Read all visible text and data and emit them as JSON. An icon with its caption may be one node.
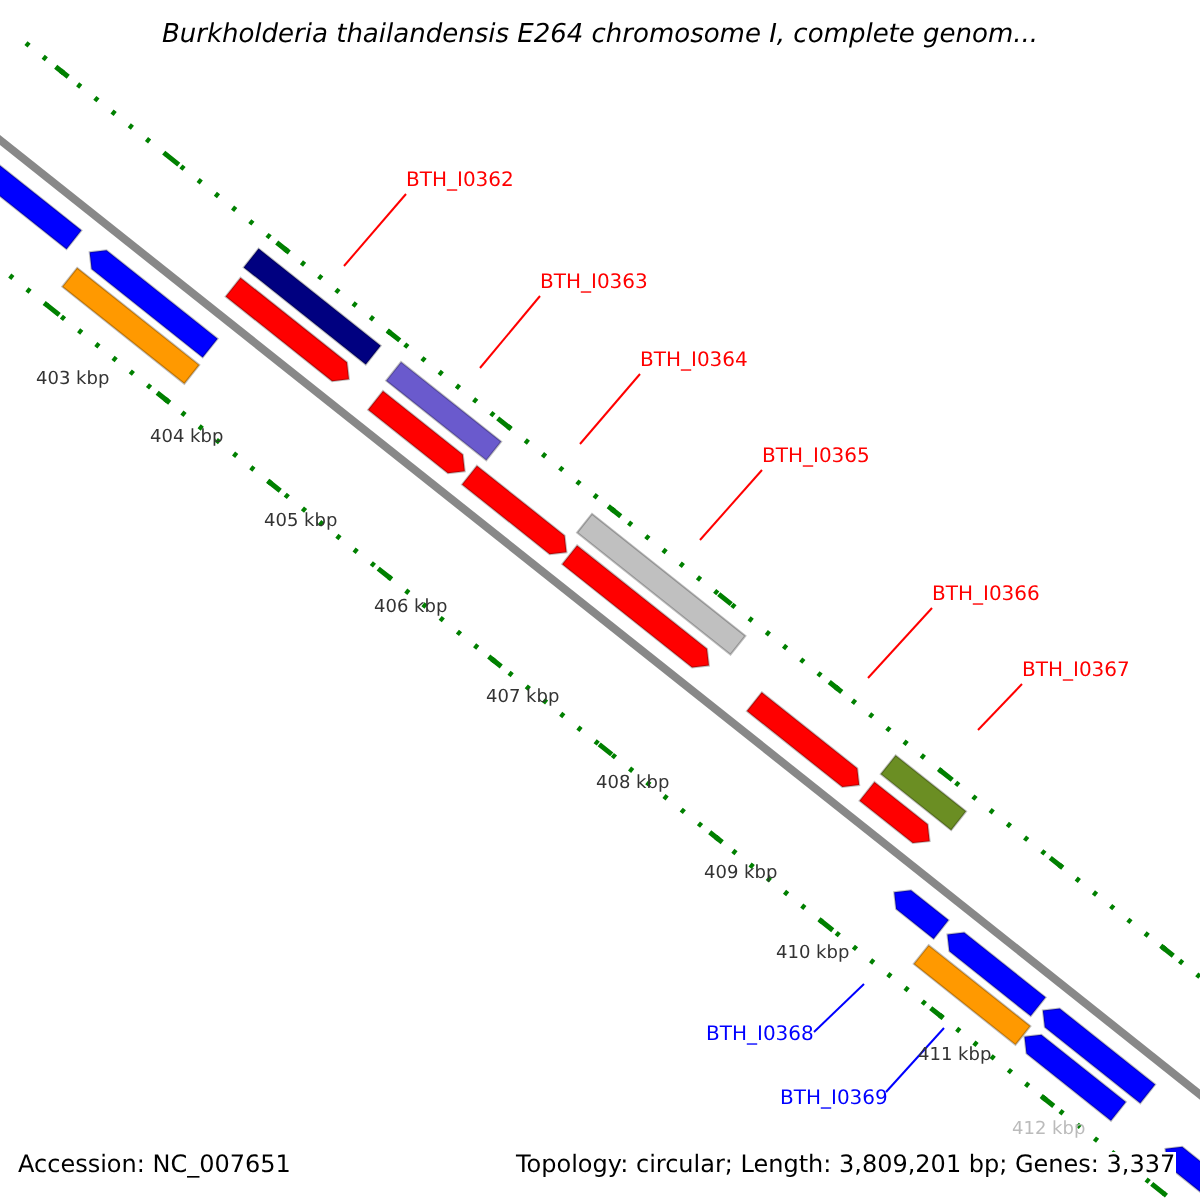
{
  "diagram": {
    "title": "Burkholderia thailandensis E264 chromosome I, complete genom...",
    "nodes": [
      {
        "text": [
          "BTH_I0362"
        ]
      },
      {
        "text": [
          "BTH_I0363"
        ]
      },
      {
        "text": [
          "BTH_I0364"
        ]
      },
      {
        "text": [
          "BTH_I0365"
        ]
      },
      {
        "text": [
          "BTH_I0366"
        ]
      },
      {
        "text": [
          "BTH_I0367"
        ]
      },
      {
        "text": [
          "BTH_I0368"
        ]
      },
      {
        "text": [
          "BTH_I0369"
        ]
      }
    ],
    "edges": [
      {
        "from": 0,
        "to": null,
        "arrow": "none"
      },
      {
        "from": 1,
        "to": null,
        "arrow": "none"
      },
      {
        "from": 2,
        "to": null,
        "arrow": "none"
      },
      {
        "from": 3,
        "to": null,
        "arrow": "none"
      },
      {
        "from": 4,
        "to": null,
        "arrow": "none"
      },
      {
        "from": 5,
        "to": null,
        "arrow": "none"
      },
      {
        "from": 6,
        "to": null,
        "arrow": "none",
        "color": "#0000ff"
      },
      {
        "from": 7,
        "to": null,
        "arrow": "none",
        "color": "#0000ff"
      }
    ],
    "labels": [
      "403 kbp",
      "404 kbp",
      "405 kbp",
      "406 kbp",
      "407 kbp",
      "408 kbp",
      "409 kbp",
      "410 kbp",
      "411 kbp",
      "412 kbp",
      "Accession: NC_007651",
      "Topology: circular; Length: 3,809,201 bp; Genes: 3,337"
    ]
  }
}
